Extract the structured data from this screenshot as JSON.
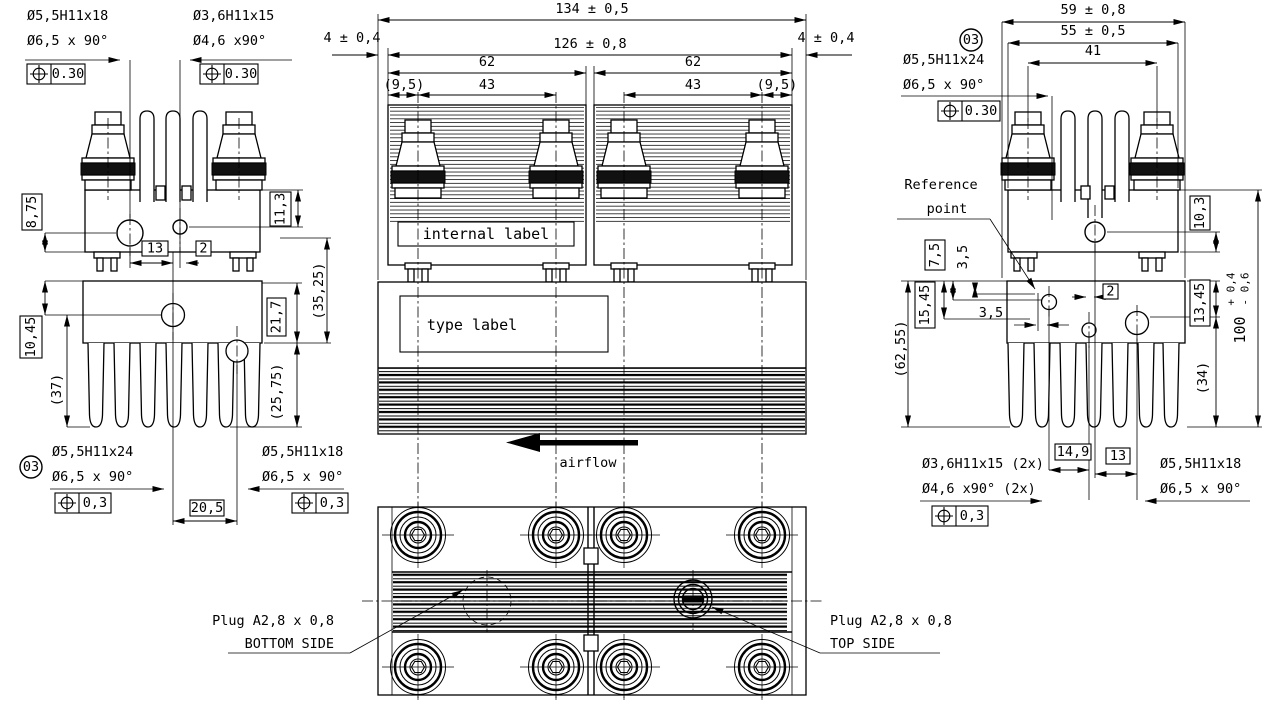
{
  "left_view": {
    "callout_top_left": {
      "line1": "Ø5,5H11x18",
      "line2": "Ø6,5 x 90°",
      "tol": "0.30"
    },
    "callout_top_right": {
      "line1": "Ø3,6H11x15",
      "line2": "Ø4,6 x90°",
      "tol": "0.30"
    },
    "callout_bottom_left": {
      "line1": "Ø5,5H11x24",
      "line2": "Ø6,5 x 90°",
      "tol": "0,3"
    },
    "callout_bottom_right": {
      "line1": "Ø5,5H11x18",
      "line2": "Ø6,5 x 90°",
      "tol": "0,3"
    },
    "rev_badge": "03",
    "dims": {
      "h_top": "8,75",
      "h_top_right": "11,3",
      "hole_offset": "13",
      "hole_gap": "2",
      "mid_height": "(35,25)",
      "lower_upper": "21,7",
      "lower_top": "10,45",
      "fin_height": "(37)",
      "fin_lower": "(25,75)",
      "hole_pitch": "20,5"
    }
  },
  "front_view": {
    "dims": {
      "overall_width": "134 ± 0,5",
      "inner_width": "126 ± 0,8",
      "edge_left": "4 ± 0,4",
      "edge_right": "4 ± 0,4",
      "module_left": "62",
      "module_right": "62",
      "inset_left": "(9,5)",
      "inset_right": "(9,5)",
      "pitch_left": "43",
      "pitch_right": "43"
    },
    "internal_label": "internal label",
    "type_label": "type label",
    "airflow": "airflow"
  },
  "right_view": {
    "dims": {
      "overall_width": "59 ± 0,8",
      "body_width": "55 ± 0,5",
      "pitch": "41",
      "top_height": "10,3",
      "h100": "100",
      "h100_plus": "+ 0,4",
      "h100_minus": "- 0,6",
      "d7_5": "7,5",
      "d3_5_v": "3,5",
      "d15_45": "15,45",
      "d3_5_h": "3,5",
      "d2": "2",
      "d13_45": "13,45",
      "d62_55": "(62,55)",
      "d34": "(34)",
      "d14_9": "14,9",
      "d13": "13"
    },
    "rev_badge": "03",
    "callout_top": {
      "line1": "Ø5,5H11x24",
      "line2": "Ø6,5 x 90°",
      "tol": "0.30"
    },
    "reference_point": {
      "line1": "Reference",
      "line2": "point"
    },
    "callout_bottom_left": {
      "line1": "Ø3,6H11x15 (2x)",
      "line2": "Ø4,6 x90° (2x)",
      "tol": "0,3"
    },
    "callout_bottom_right": {
      "line1": "Ø5,5H11x18",
      "line2": "Ø6,5 x 90°"
    }
  },
  "bottom_view": {
    "plug_bottom_label": {
      "line1": "Plug A2,8 x 0,8",
      "line2": "BOTTOM SIDE"
    },
    "plug_top_label": {
      "line1": "Plug A2,8 x 0,8",
      "line2": "TOP SIDE"
    }
  }
}
